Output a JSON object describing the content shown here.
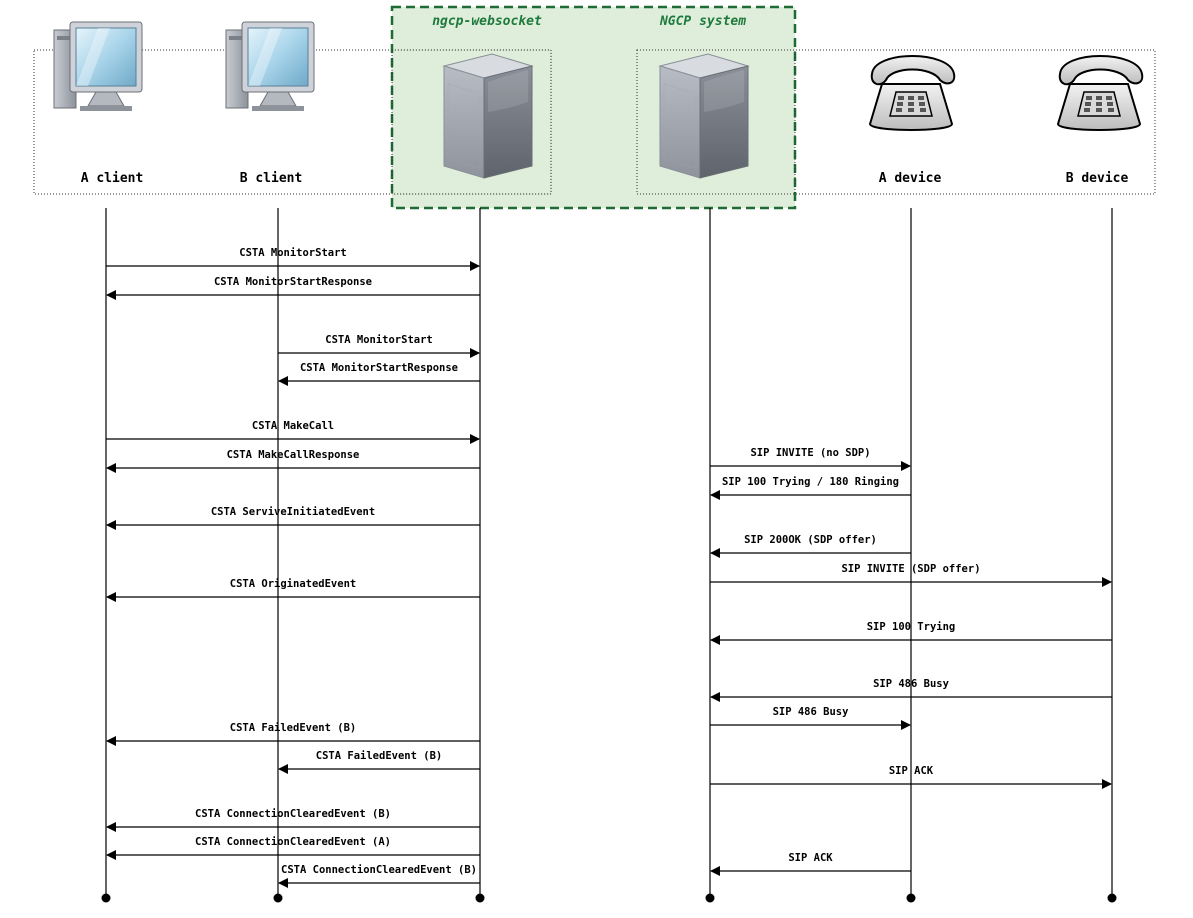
{
  "groups": {
    "websocket": "ngcp-websocket",
    "ngcp": "NGCP system"
  },
  "actors": [
    {
      "id": "a-client",
      "label": "A client",
      "icon": "desktop-computer-icon"
    },
    {
      "id": "b-client",
      "label": "B client",
      "icon": "desktop-computer-icon"
    },
    {
      "id": "websocket",
      "label": "",
      "icon": "server-icon"
    },
    {
      "id": "ngcp",
      "label": "",
      "icon": "server-icon"
    },
    {
      "id": "a-device",
      "label": "A device",
      "icon": "desk-phone-icon"
    },
    {
      "id": "b-device",
      "label": "B device",
      "icon": "desk-phone-icon"
    }
  ],
  "messages": [
    {
      "from": "a-client",
      "to": "websocket",
      "label": "CSTA MonitorStart"
    },
    {
      "from": "websocket",
      "to": "a-client",
      "label": "CSTA MonitorStartResponse"
    },
    {
      "from": "b-client",
      "to": "websocket",
      "label": "CSTA MonitorStart"
    },
    {
      "from": "websocket",
      "to": "b-client",
      "label": "CSTA MonitorStartResponse"
    },
    {
      "from": "a-client",
      "to": "websocket",
      "label": "CSTA MakeCall"
    },
    {
      "from": "websocket",
      "to": "a-client",
      "label": "CSTA MakeCallResponse"
    },
    {
      "from": "ngcp",
      "to": "a-device",
      "label": "SIP INVITE (no SDP)"
    },
    {
      "from": "a-device",
      "to": "ngcp",
      "label": "SIP 100 Trying / 180 Ringing"
    },
    {
      "from": "websocket",
      "to": "a-client",
      "label": "CSTA ServiveInitiatedEvent"
    },
    {
      "from": "a-device",
      "to": "ngcp",
      "label": "SIP 200OK (SDP offer)"
    },
    {
      "from": "ngcp",
      "to": "b-device",
      "label": "SIP INVITE (SDP offer)"
    },
    {
      "from": "websocket",
      "to": "a-client",
      "label": "CSTA OriginatedEvent"
    },
    {
      "from": "b-device",
      "to": "ngcp",
      "label": "SIP 100 Trying"
    },
    {
      "from": "b-device",
      "to": "ngcp",
      "label": "SIP 486 Busy"
    },
    {
      "from": "ngcp",
      "to": "a-device",
      "label": "SIP 486 Busy"
    },
    {
      "from": "websocket",
      "to": "a-client",
      "label": "CSTA FailedEvent (B)"
    },
    {
      "from": "websocket",
      "to": "b-client",
      "label": "CSTA FailedEvent (B)"
    },
    {
      "from": "ngcp",
      "to": "b-device",
      "label": "SIP ACK"
    },
    {
      "from": "websocket",
      "to": "a-client",
      "label": "CSTA ConnectionClearedEvent (B)"
    },
    {
      "from": "websocket",
      "to": "a-client",
      "label": "CSTA ConnectionClearedEvent (A)"
    },
    {
      "from": "a-device",
      "to": "ngcp",
      "label": "SIP ACK"
    },
    {
      "from": "websocket",
      "to": "b-client",
      "label": "CSTA ConnectionClearedEvent (B)"
    }
  ]
}
